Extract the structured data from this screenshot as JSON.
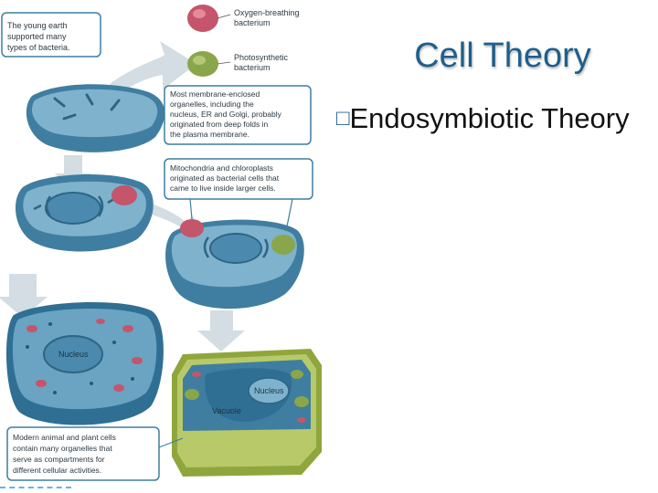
{
  "slide": {
    "title": "Cell Theory",
    "bullet_mark": "□",
    "bullet_text": "Endosymbiotic Theory"
  },
  "diagram": {
    "intro_label": [
      "The young earth",
      "supported many",
      "types of bacteria."
    ],
    "legend_oxygen": [
      "Oxygen-breathing",
      "bacterium"
    ],
    "legend_photo": [
      "Photosynthetic",
      "bacterium"
    ],
    "callout_membrane": [
      "Most membrane-enclosed",
      "organelles, including the",
      "nucleus, ER and Golgi, probably",
      "originated from deep folds in",
      "the plasma membrane."
    ],
    "callout_mito": [
      "Mitochondria and chloroplasts",
      "originated as bacterial cells that",
      "came to live inside larger cells."
    ],
    "callout_modern": [
      "Modern animal and plant cells",
      "contain many organelles that",
      "serve as compartments for",
      "different cellular activities."
    ],
    "label_nucleus_animal": "Nucleus",
    "label_nucleus_plant": "Nucleus",
    "label_vacuole": "Vacuole"
  },
  "colors": {
    "title": "#1f5f8b",
    "cell_blue": "#3f7ea0",
    "cell_light": "#7fb2cd",
    "arrow": "#c9d6dd",
    "oxygen_bacterium": "#c5556a",
    "photo_bacterium": "#8aa64a",
    "plant_wall": "#a3b94a"
  }
}
